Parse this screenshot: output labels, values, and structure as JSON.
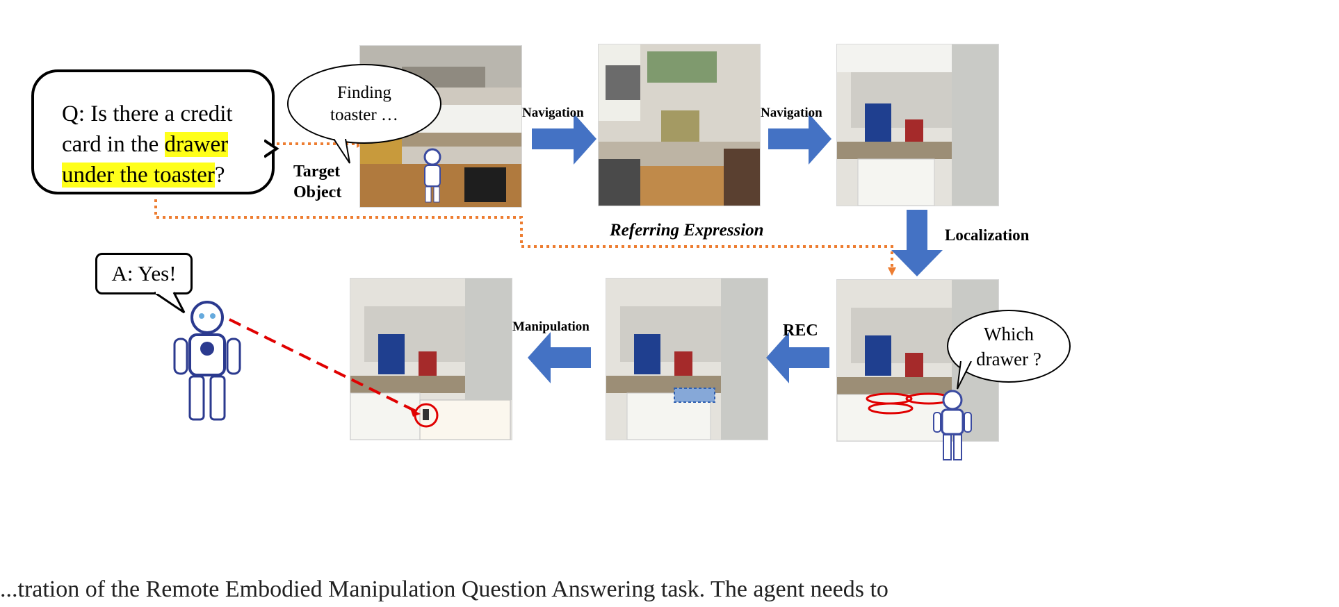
{
  "question": {
    "prefix": "Q: Is there a credit card in the ",
    "highlight": "drawer under the toaster",
    "suffix": "?"
  },
  "answer": "A: Yes!",
  "thought_finding": "Finding toaster …",
  "thought_which": "Which drawer ?",
  "labels": {
    "target_object": "Target Object",
    "navigation_1": "Navigation",
    "navigation_2": "Navigation",
    "localization": "Localization",
    "referring_expression": "Referring Expression",
    "rec": "REC",
    "manipulation": "Manipulation"
  },
  "caption_fragment": "...tration of the Remote Embodied Manipulation Question Answering task. The agent needs to",
  "colors": {
    "arrow_blue": "#4472c4",
    "dotted_orange": "#ed7d31",
    "red_highlight": "#e00000",
    "text_highlight": "#ffff1a"
  }
}
